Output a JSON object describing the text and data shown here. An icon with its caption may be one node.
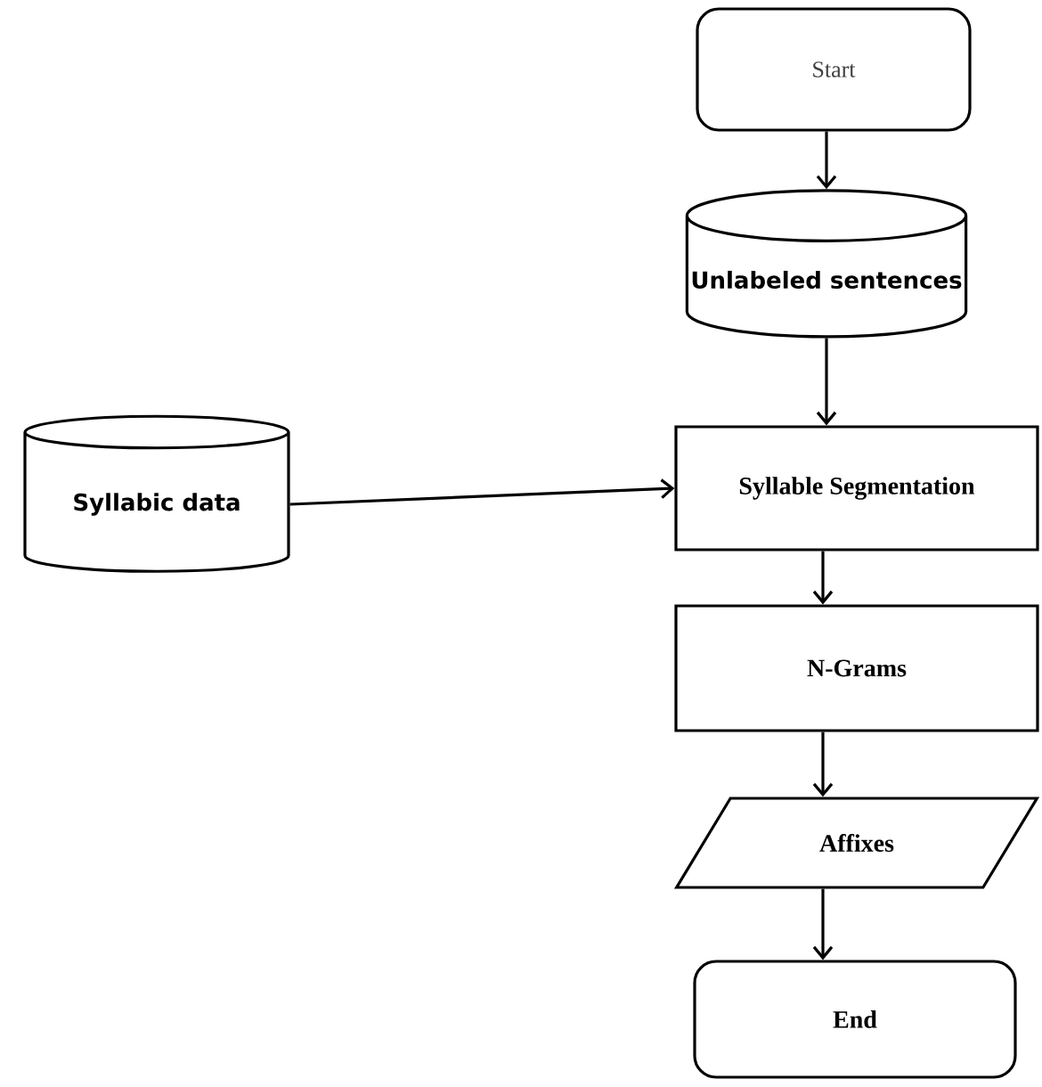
{
  "diagram": {
    "nodes": [
      {
        "text": [
          "Start"
        ]
      },
      {
        "text": [
          "Unlabeled sentences"
        ]
      },
      {
        "text": [
          "Syllabic data"
        ]
      },
      {
        "text": [
          "Syllable Segmentation"
        ]
      },
      {
        "text": [
          "N-Grams"
        ]
      },
      {
        "text": [
          "Affixes"
        ]
      },
      {
        "text": [
          "End"
        ]
      }
    ],
    "edges": [
      {
        "from": 0,
        "to": 1,
        "arrow": "to"
      },
      {
        "from": 1,
        "to": 3,
        "arrow": "to"
      },
      {
        "from": 2,
        "to": 3,
        "arrow": "to"
      },
      {
        "from": 3,
        "to": 4,
        "arrow": "to"
      },
      {
        "from": 4,
        "to": 5,
        "arrow": "to"
      },
      {
        "from": 5,
        "to": 6,
        "arrow": "to"
      }
    ]
  }
}
